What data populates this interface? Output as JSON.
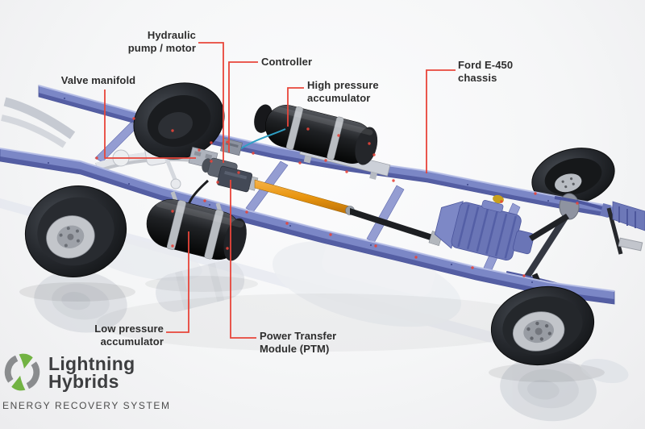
{
  "labels": {
    "hydraulic_pump": {
      "line1": "Hydraulic",
      "line2": "pump / motor"
    },
    "controller": {
      "line1": "Controller"
    },
    "valve_manifold": {
      "line1": "Valve manifold"
    },
    "high_pressure_accumulator": {
      "line1": "High pressure",
      "line2": "accumulator"
    },
    "ford_chassis": {
      "line1": "Ford E-450",
      "line2": "chassis"
    },
    "low_pressure_accumulator": {
      "line1": "Low pressure",
      "line2": "accumulator"
    },
    "power_transfer_module": {
      "line1": "Power Transfer",
      "line2": "Module (PTM)"
    }
  },
  "logo": {
    "name_line1": "Lightning",
    "name_line2": "Hybrids",
    "tagline": "ENERGY RECOVERY SYSTEM"
  },
  "colors": {
    "leader_red": "#e8453a",
    "label_text": "#2d2d2d",
    "frame_blue": "#7b87c6",
    "frame_blue_dark": "#4d579c",
    "frame_blue_light": "#bcc4ea",
    "driveshaft_orange": "#e8950f",
    "logo_green": "#72b343",
    "logo_gray": "#8a8c8e",
    "logo_text": "#3d3e40",
    "tagline_text": "#4c4c4c"
  }
}
